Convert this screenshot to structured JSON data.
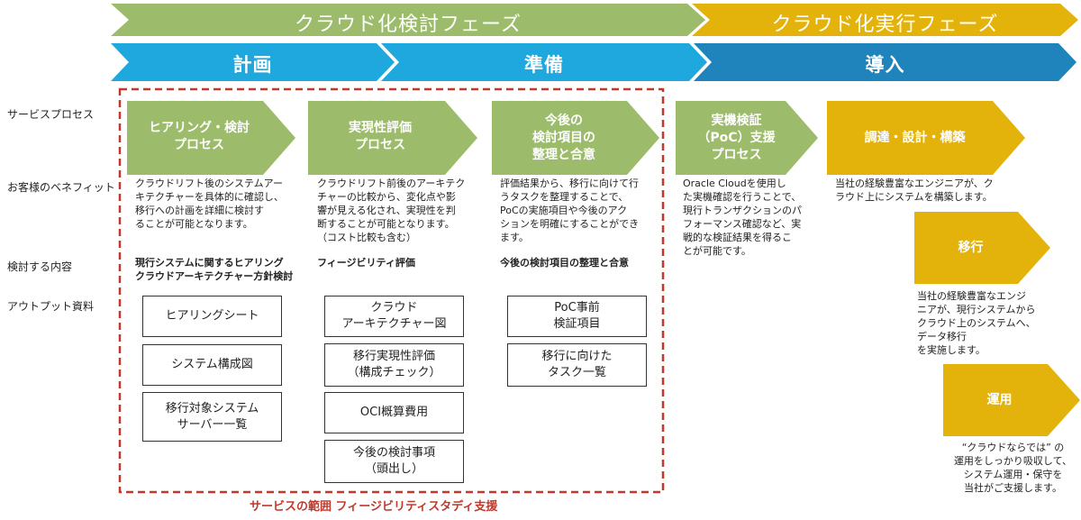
{
  "colors": {
    "green": "#9cbc6b",
    "gold": "#e3b30c",
    "blue": "#1ea8dd",
    "blue_dark": "#1f84bb",
    "scope_border": "#c0392b"
  },
  "phases": [
    {
      "label": "クラウド化検討フェーズ"
    },
    {
      "label": "クラウド化実行フェーズ"
    }
  ],
  "stages": [
    {
      "label": "計画"
    },
    {
      "label": "準備"
    },
    {
      "label": "導入"
    }
  ],
  "row_labels": {
    "service_process": "サービスプロセス",
    "benefit": "お客様のベネフィット",
    "study_content": "検討する内容",
    "output": "アウトプット資料"
  },
  "processes": [
    {
      "title": "ヒアリング・検討\nプロセス",
      "benefit": "クラウドリフト後のシステムアー\nキテクチャーを具体的に確認し、\n移行への計画を詳細に検討す\nることが可能となります。",
      "content": "現行システムに関するヒアリング\nクラウドアーキテクチャー方針検討",
      "outputs": [
        "ヒアリングシート",
        "システム構成図",
        "移行対象システム\nサーバー一覧"
      ]
    },
    {
      "title": "実現性評価\nプロセス",
      "benefit": "クラウドリフト前後のアーキテク\nチャーの比較から、変化点や影\n響が見える化され、実現性を判\n断することが可能となります。\n（コスト比較も含む）",
      "content": "フィージビリティ評価",
      "outputs": [
        "クラウド\nアーキテクチャー図",
        "移行実現性評価\n（構成チェック）",
        "OCI概算費用",
        "今後の検討事項\n（頭出し）"
      ]
    },
    {
      "title": "今後の\n検討項目の\n整理と合意",
      "benefit": "評価結果から、移行に向けて行\nうタスクを整理することで、\nPoCの実施項目や今後のアク\nションを明確にすることができ\nます。",
      "content": "今後の検討項目の整理と合意",
      "outputs": [
        "PoC事前\n検証項目",
        "移行に向けた\nタスク一覧"
      ]
    },
    {
      "title": "実機検証\n（PoC）支援\nプロセス",
      "benefit": "Oracle Cloudを使用し\nた実機確認を行うことで、\n現行トランザクションのパ\nフォーマンス確認など、実\n戦的な検証結果を得るこ\nとが可能です。"
    }
  ],
  "execution": [
    {
      "title": "調達・設計・構築",
      "desc": "当社の経験豊富なエンジニアが、ク\nラウド上にシステムを構築します。"
    },
    {
      "title": "移行",
      "desc": "当社の経験豊富なエンジ\nニアが、現行システムから\nクラウド上のシステムへ、\nデータ移行\nを実施します。"
    },
    {
      "title": "運用",
      "desc": "“クラウドならでは” の\n運用をしっかり吸収して、\nシステム運用・保守を\n当社がご支援します。"
    }
  ],
  "scope_caption": "サービスの範囲  フィージビリティスタディ支援"
}
